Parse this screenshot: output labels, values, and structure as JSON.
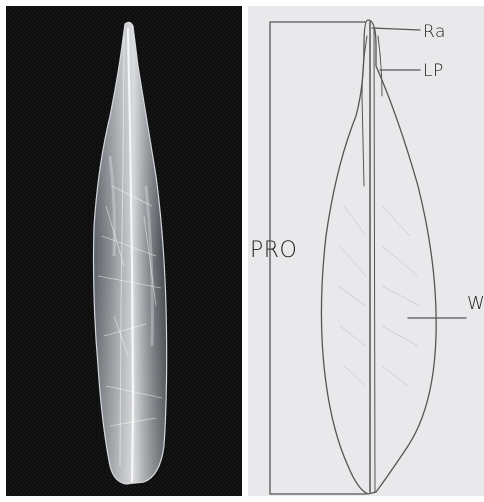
{
  "figure": {
    "left_panel": {
      "subject": "translucent-scale-photo"
    },
    "right_panel": {
      "labels": {
        "ra": "Ra",
        "lp": "LP",
        "pro": "PRO",
        "w": "W"
      }
    }
  },
  "colors": {
    "photo_background": "#0d0d0d",
    "sketch_background": "#e9e9ec",
    "pencil": "#555555"
  }
}
